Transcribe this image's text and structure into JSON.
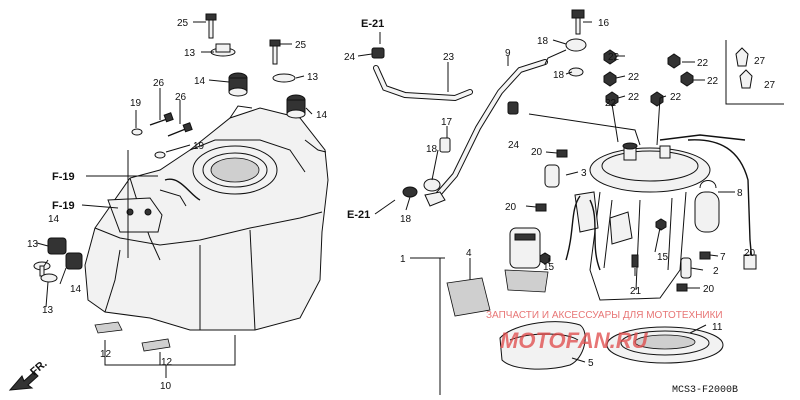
{
  "callouts": [
    {
      "id": "c25a",
      "text": "25"
    },
    {
      "id": "c13a",
      "text": "13"
    },
    {
      "id": "c14a",
      "text": "14"
    },
    {
      "id": "c26a",
      "text": "26"
    },
    {
      "id": "c26b",
      "text": "26"
    },
    {
      "id": "c19a",
      "text": "19"
    },
    {
      "id": "c19b",
      "text": "19"
    },
    {
      "id": "c25b",
      "text": "25"
    },
    {
      "id": "c13b",
      "text": "13"
    },
    {
      "id": "c14b",
      "text": "14"
    },
    {
      "id": "c14c",
      "text": "14"
    },
    {
      "id": "c13c",
      "text": "13"
    },
    {
      "id": "c14d",
      "text": "14"
    },
    {
      "id": "c13d",
      "text": "13"
    },
    {
      "id": "c12a",
      "text": "12"
    },
    {
      "id": "c12b",
      "text": "12"
    },
    {
      "id": "c10",
      "text": "10"
    },
    {
      "id": "c24a",
      "text": "24"
    },
    {
      "id": "c23",
      "text": "23"
    },
    {
      "id": "c9",
      "text": "9"
    },
    {
      "id": "c17",
      "text": "17"
    },
    {
      "id": "c18a",
      "text": "18"
    },
    {
      "id": "c18b",
      "text": "18"
    },
    {
      "id": "c16",
      "text": "16"
    },
    {
      "id": "c18c",
      "text": "18"
    },
    {
      "id": "c18d",
      "text": "18"
    },
    {
      "id": "c22a",
      "text": "22"
    },
    {
      "id": "c22b",
      "text": "22"
    },
    {
      "id": "c22c",
      "text": "22"
    },
    {
      "id": "c22d",
      "text": "22"
    },
    {
      "id": "c22e",
      "text": "22"
    },
    {
      "id": "c22f",
      "text": "22"
    },
    {
      "id": "c22g",
      "text": "22"
    },
    {
      "id": "c27a",
      "text": "27"
    },
    {
      "id": "c27b",
      "text": "27"
    },
    {
      "id": "c24b",
      "text": "24"
    },
    {
      "id": "c20a",
      "text": "20"
    },
    {
      "id": "c3",
      "text": "3"
    },
    {
      "id": "c8",
      "text": "8"
    },
    {
      "id": "c20b",
      "text": "20"
    },
    {
      "id": "c1",
      "text": "1"
    },
    {
      "id": "c4",
      "text": "4"
    },
    {
      "id": "c15a",
      "text": "15"
    },
    {
      "id": "c15b",
      "text": "15"
    },
    {
      "id": "c21",
      "text": "21"
    },
    {
      "id": "c7",
      "text": "7"
    },
    {
      "id": "c2",
      "text": "2"
    },
    {
      "id": "c20c",
      "text": "20"
    },
    {
      "id": "c20d",
      "text": "20"
    },
    {
      "id": "c11",
      "text": "11"
    },
    {
      "id": "c5",
      "text": "5"
    }
  ],
  "refs": {
    "e21_top": "E-21",
    "e21_bottom": "E-21",
    "f19_a": "F-19",
    "f19_b": "F-19",
    "front": "FR."
  },
  "watermark": {
    "line1": "ЗАПЧАСТИ И АКСЕССУАРЫ ДЛЯ МОТОТЕХНИКИ",
    "line2": "MOTOFAN.RU"
  },
  "diagram_code": "MCS3-F2000B"
}
